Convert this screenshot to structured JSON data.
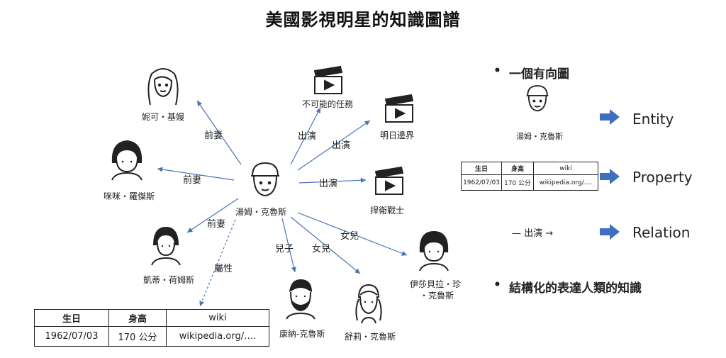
{
  "title": "美國影視明星的知識圖譜",
  "center": {
    "name": "湯姆・克魯斯"
  },
  "people": {
    "nicole": "妮可・基嫚",
    "mimi": "咪咪・羅傑斯",
    "katie": "凱蒂・荷姆斯",
    "connor": "康納-克魯斯",
    "suri": "舒莉・克魯斯",
    "isabella_line1": "伊莎貝拉・珍",
    "isabella_line2": "・克魯斯"
  },
  "movies": {
    "mi": "不可能的任務",
    "edge": "明日邊界",
    "warrior": "捍衛戰士"
  },
  "relations": {
    "ex_wife_1": "前妻",
    "ex_wife_2": "前妻",
    "ex_wife_3": "前妻",
    "acted_1": "出演",
    "acted_2": "出演",
    "acted_3": "出演",
    "son": "兒子",
    "daughter_1": "女兒",
    "daughter_2": "女兒",
    "attribute": "屬性"
  },
  "property_table": {
    "headers": [
      "生日",
      "身高",
      "wiki"
    ],
    "values": [
      "1962/07/03",
      "170 公分",
      "wikipedia.org/…."
    ]
  },
  "legend": {
    "directed_graph": "一個有向圖",
    "entity_name": "湯姆・克魯斯",
    "entity": "Entity",
    "property": "Property",
    "relation_example": "— 出演 →",
    "relation": "Relation",
    "structured": "結構化的表達人類的知識",
    "table_headers": [
      "生日",
      "身高",
      "wiki"
    ],
    "table_values": [
      "1962/07/03",
      "170 公分",
      "wikipedia.org/…."
    ]
  },
  "colors": {
    "edge": "#4a72b8",
    "arrow": "#3f6fbf",
    "icon": "#222222"
  },
  "icons": [
    "woman-icon",
    "man-icon",
    "movie-clapperboard-icon",
    "arrow-right-icon"
  ]
}
